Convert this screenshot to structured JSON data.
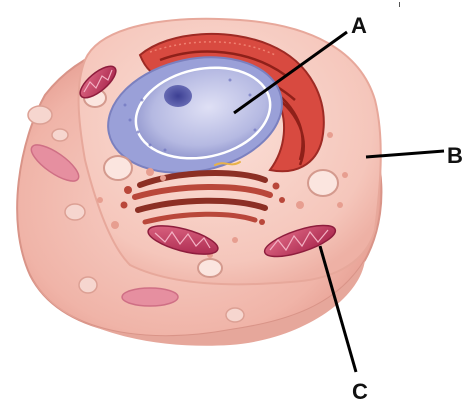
{
  "labels": {
    "a": "A",
    "b": "B",
    "c": "C"
  },
  "colors": {
    "outer_membrane": "#f2b8ad",
    "cytoplasm": "#f7cfc6",
    "er": "#d6423a",
    "nucleus": "#b9bde6",
    "nucleolus": "#4a4fa0",
    "golgi": "#a04032",
    "mitochondria": "#b82f55",
    "leader_line": "#000000"
  }
}
